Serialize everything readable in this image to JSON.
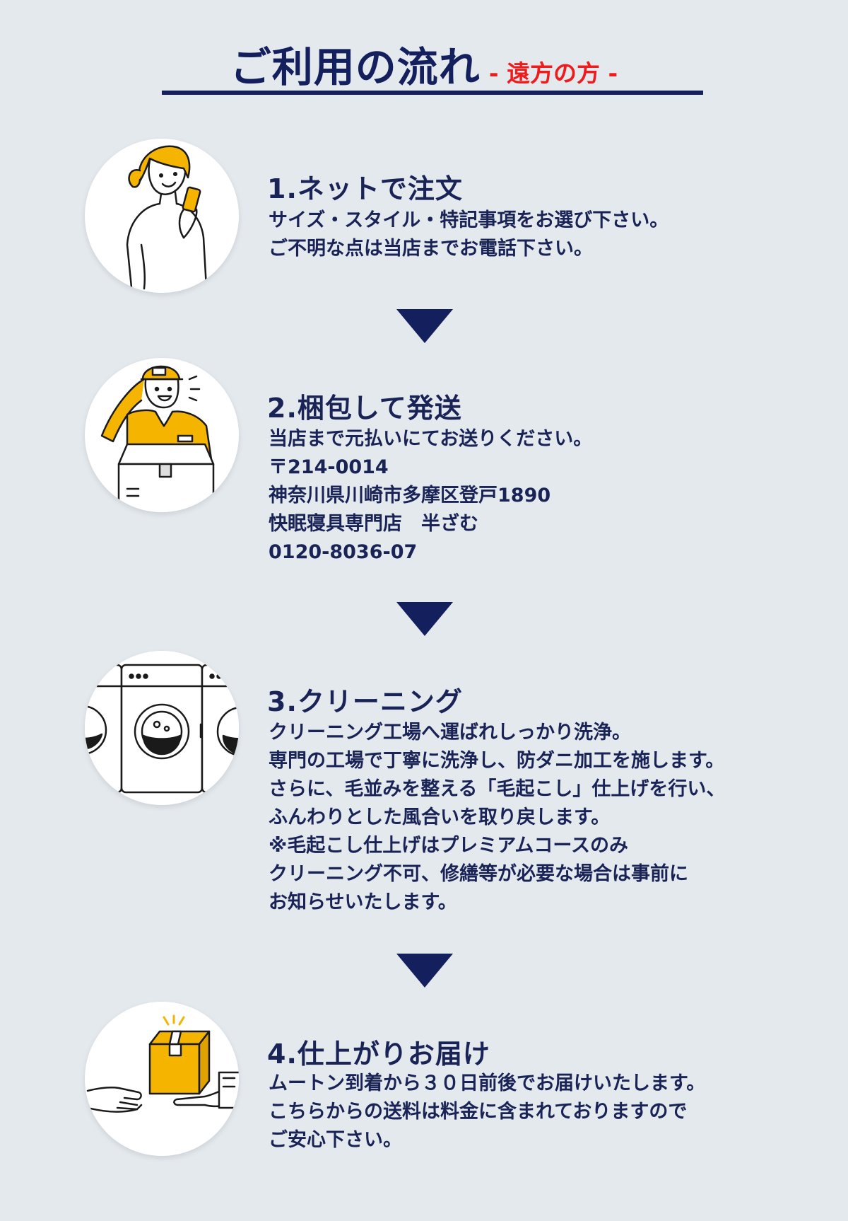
{
  "header": {
    "title": "ご利用の流れ",
    "subtitle": "- 遠方の方 -"
  },
  "colors": {
    "background": "#e4e9ee",
    "navy": "#141f5e",
    "red": "#ee1c1c",
    "yellow": "#f4b400"
  },
  "steps": [
    {
      "title": "1.ネットで注文",
      "icon": "woman-phone-icon",
      "lines": [
        "サイズ・スタイル・特記事項をお選び下さい。",
        "ご不明な点は当店までお電話下さい。"
      ]
    },
    {
      "title": "2.梱包して発送",
      "icon": "delivery-man-icon",
      "lines": [
        "当店まで元払いにてお送りください。",
        "〒214-0014",
        "神奈川県川崎市多摩区登戸1890",
        "快眠寝具専門店　半ざむ",
        "0120-8036-07"
      ]
    },
    {
      "title": "3.クリーニング",
      "icon": "washing-machine-icon",
      "lines": [
        "クリーニング工場へ運ばれしっかり洗浄。",
        "専門の工場で丁寧に洗浄し、防ダニ加工を施します。",
        "さらに、毛並みを整える「毛起こし」仕上げを行い、",
        "ふんわりとした風合いを取り戻します。",
        "※毛起こし仕上げはプレミアムコースのみ",
        "クリーニング不可、修繕等が必要な場合は事前に",
        "お知らせいたします。"
      ]
    },
    {
      "title": "4.仕上がりお届け",
      "icon": "package-handover-icon",
      "lines": [
        "ムートン到着から３０日前後でお届けいたします。",
        "こちらからの送料は料金に含まれておりますので",
        "ご安心下さい。"
      ]
    }
  ]
}
